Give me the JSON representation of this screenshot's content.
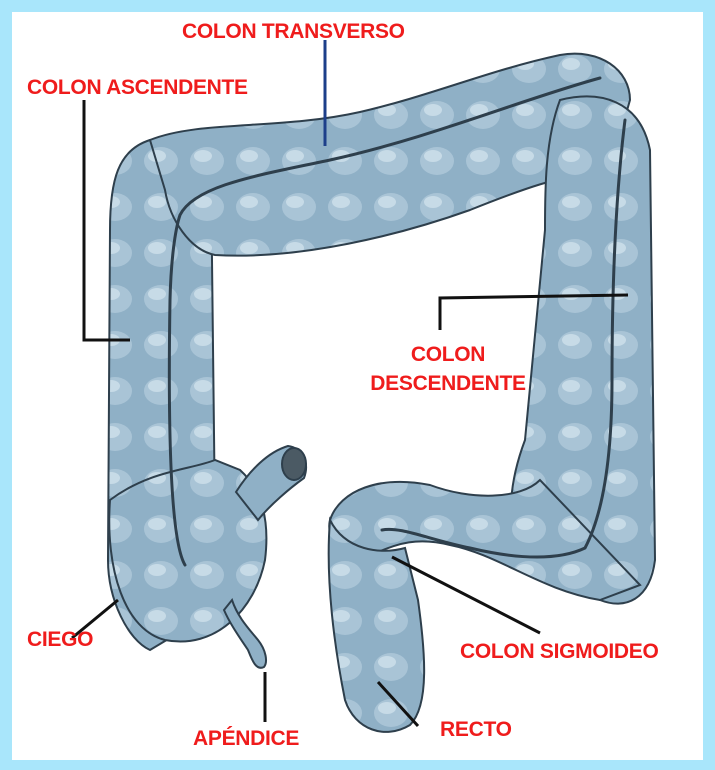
{
  "colors": {
    "border": "#a9e6fb",
    "background": "#ffffff",
    "label": "#ef1c1c",
    "leader_line": "#111111",
    "leader_line_transverse": "#1d3f8a",
    "colon_fill": "#8fb0c6",
    "colon_highlight": "#d6e6ef",
    "colon_outline": "#2e3f4c"
  },
  "labels": {
    "colon_transverso": "COLON TRANSVERSO",
    "colon_ascendente": "COLON ASCENDENTE",
    "colon_descendente_line1": "COLON",
    "colon_descendente_line2": "DESCENDENTE",
    "colon_sigmoideo": "COLON SIGMOIDEO",
    "ciego": "CIEGO",
    "apendice": "APÉNDICE",
    "recto": "RECTO"
  }
}
